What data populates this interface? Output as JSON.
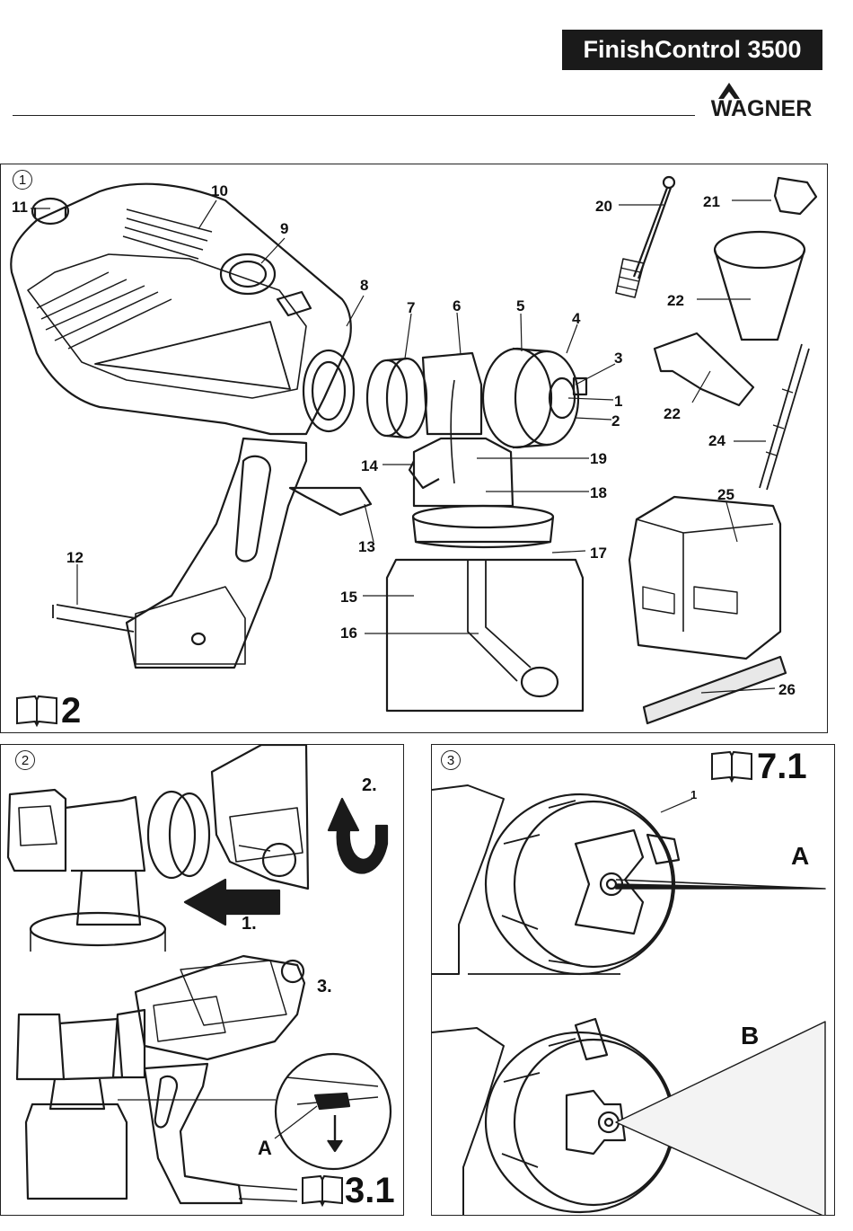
{
  "header": {
    "product_title": "FinishControl 3500",
    "brand": "WAGNER"
  },
  "panel1": {
    "number": "1",
    "manual_ref": "2",
    "callouts": [
      "1",
      "2",
      "3",
      "4",
      "5",
      "6",
      "7",
      "8",
      "9",
      "10",
      "11",
      "12",
      "13",
      "14",
      "15",
      "16",
      "17",
      "18",
      "19",
      "20",
      "21",
      "22",
      "22",
      "24",
      "25",
      "26"
    ]
  },
  "panel2": {
    "number": "2",
    "steps": [
      "1.",
      "2.",
      "3."
    ],
    "detail_label": "A",
    "manual_ref": "3.1"
  },
  "panel3": {
    "number": "3",
    "manual_ref": "7.1",
    "callout": "1",
    "pattern_a": "A",
    "pattern_b": "B"
  },
  "colors": {
    "ink": "#1a1a1a",
    "paper": "#ffffff"
  },
  "icons": [
    "book-icon",
    "wagner-logo-icon"
  ]
}
